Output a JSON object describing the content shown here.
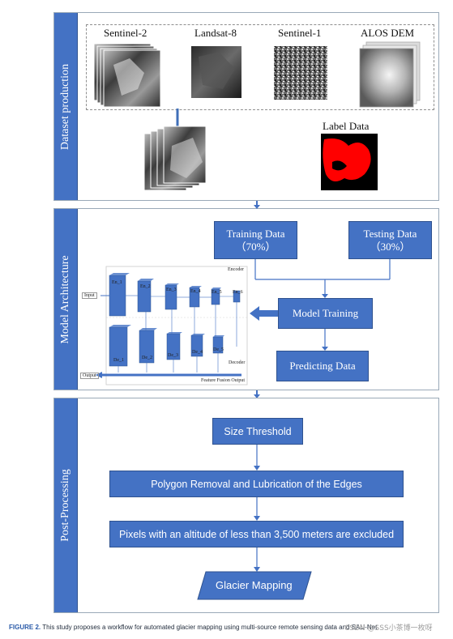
{
  "sections": {
    "dataset": "Dataset production",
    "model": "Model Architecture",
    "post": "Post-Processing"
  },
  "sensors": {
    "s2": "Sentinel-2",
    "l8": "Landsat-8",
    "s1": "Sentinel-1",
    "dem": "ALOS DEM"
  },
  "label_data": "Label Data",
  "training": {
    "line1": "Training Data",
    "line2": "（70%）"
  },
  "testing": {
    "line1": "Testing Data",
    "line2": "（30%）"
  },
  "model_training": "Model Training",
  "predicting": "Predicting  Data",
  "network": {
    "encoder": "Encoder",
    "decoder": "Decoder",
    "input": "Input",
    "output": "Output",
    "fusion": "Feature Fusion Output",
    "en": [
      "En_1",
      "En_2",
      "En_3",
      "En_4",
      "En_5",
      "En_6"
    ],
    "de": [
      "De_1",
      "De_2",
      "De_3",
      "De_4",
      "De_5"
    ]
  },
  "post": {
    "size_threshold": "Size Threshold",
    "polygon": "Polygon Removal and Lubrication of the Edges",
    "altitude": "Pixels with an altitude of less than 3,500 meters are excluded",
    "mapping": "Glacier Mapping"
  },
  "caption": {
    "label": "FIGURE 2.",
    "text": " This study proposes a workflow for automated glacier mapping using multi-source remote sensing data and SAU-Net"
  },
  "watermark": "CSDN @SSS小茶博一枚呀",
  "colors": {
    "box": "#4472c4",
    "box_border": "#2f528f",
    "label_red": "#ff0000"
  }
}
